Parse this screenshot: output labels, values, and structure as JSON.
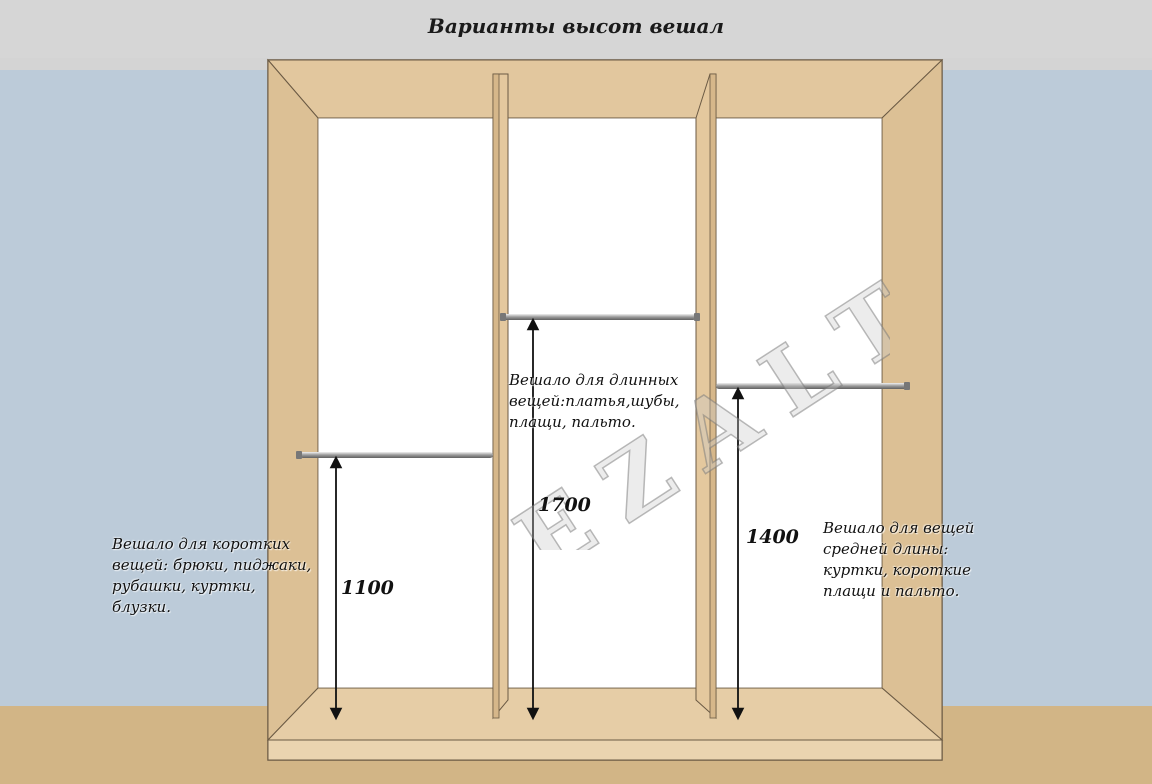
{
  "title": "Варианты высот вешал",
  "labels": {
    "short": [
      "Вешало для коротких",
      "вещей: брюки, пиджаки,",
      "рубашки, куртки,",
      "блузки."
    ],
    "long": [
      "Вешало для длинных",
      "вещей:платья,шубы,",
      "плащи, пальто."
    ],
    "medium": [
      "Вешало для вещей",
      "средней длины:",
      "куртки, короткие",
      "плащи и пальто."
    ]
  },
  "dimensions": {
    "short": "1100",
    "long": "1700",
    "medium": "1400"
  },
  "watermark": "DEZALT",
  "colors": {
    "wood": "#ead4b0",
    "wood_dark": "#d9bd92",
    "interior": "#ffffff",
    "wall": "#bccbd9",
    "floor": "#d2b586",
    "rod": "#a8a8a8"
  }
}
